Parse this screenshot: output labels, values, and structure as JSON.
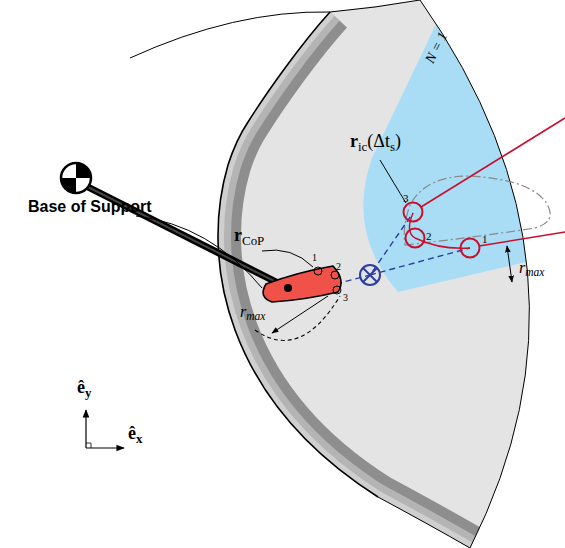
{
  "diagram": {
    "labels": [
      "Base of Support",
      "rCoP",
      "ric(Δts)",
      "N = 1",
      "rmax",
      "rmax",
      "1",
      "2",
      "3",
      "1",
      "2",
      "3",
      "êy",
      "êx"
    ]
  }
}
